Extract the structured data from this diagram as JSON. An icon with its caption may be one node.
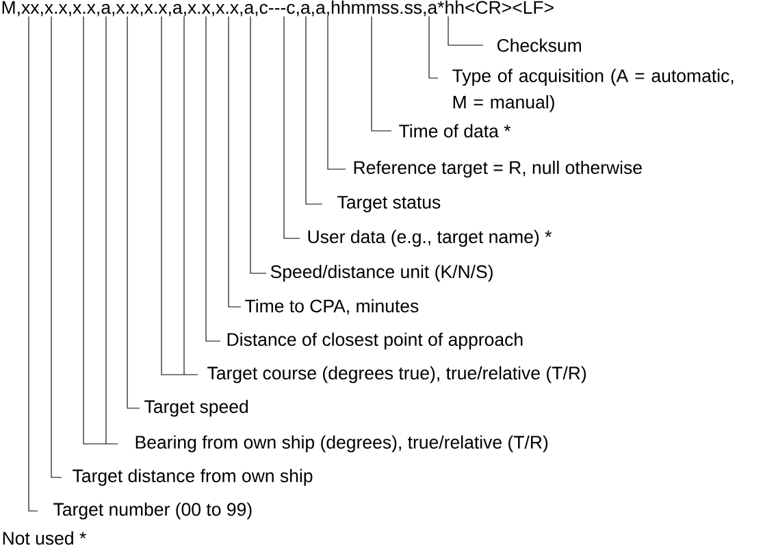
{
  "diagram": {
    "nodes": [
      {
        "text": [
          "M,xx,x.x,x.x,a,x.x,x.x,a,x.x,x.x,a,c---c,a,a,hhmmss.ss,a*hh<CR><LF>"
        ]
      },
      {
        "text": [
          "Checksum"
        ]
      },
      {
        "text": [
          "Type of acquisition (A = automatic, M = manual)"
        ]
      },
      {
        "text": [
          "Time of data *"
        ]
      },
      {
        "text": [
          "Reference target = R, null otherwise"
        ]
      },
      {
        "text": [
          "Target status"
        ]
      },
      {
        "text": [
          "User data (e.g., target name) *"
        ]
      },
      {
        "text": [
          "Speed/distance unit (K/N/S)"
        ]
      },
      {
        "text": [
          "Time to CPA, minutes"
        ]
      },
      {
        "text": [
          "Distance of closest point of approach"
        ]
      },
      {
        "text": [
          "Target course (degrees true), true/relative (T/R)"
        ]
      },
      {
        "text": [
          "Target speed"
        ]
      },
      {
        "text": [
          "Bearing from own ship (degrees), true/relative (T/R)"
        ]
      },
      {
        "text": [
          "Target distance from own ship"
        ]
      },
      {
        "text": [
          "Target number (00 to 99)"
        ]
      }
    ],
    "edges": [
      {
        "from": 1,
        "to": 0,
        "arrow": "none"
      },
      {
        "from": 2,
        "to": 0,
        "arrow": "none"
      },
      {
        "from": 3,
        "to": 0,
        "arrow": "none"
      },
      {
        "from": 4,
        "to": 0,
        "arrow": "none"
      },
      {
        "from": 5,
        "to": 0,
        "arrow": "none"
      },
      {
        "from": 6,
        "to": 0,
        "arrow": "none"
      },
      {
        "from": 7,
        "to": 0,
        "arrow": "none"
      },
      {
        "from": 8,
        "to": 0,
        "arrow": "none"
      },
      {
        "from": 9,
        "to": 0,
        "arrow": "none"
      },
      {
        "from": 10,
        "to": 0,
        "arrow": "none"
      },
      {
        "from": 11,
        "to": 0,
        "arrow": "none"
      },
      {
        "from": 12,
        "to": 0,
        "arrow": "none"
      },
      {
        "from": 13,
        "to": 0,
        "arrow": "none"
      },
      {
        "from": 14,
        "to": 0,
        "arrow": "none"
      }
    ],
    "labels": [
      "Not used *"
    ]
  }
}
